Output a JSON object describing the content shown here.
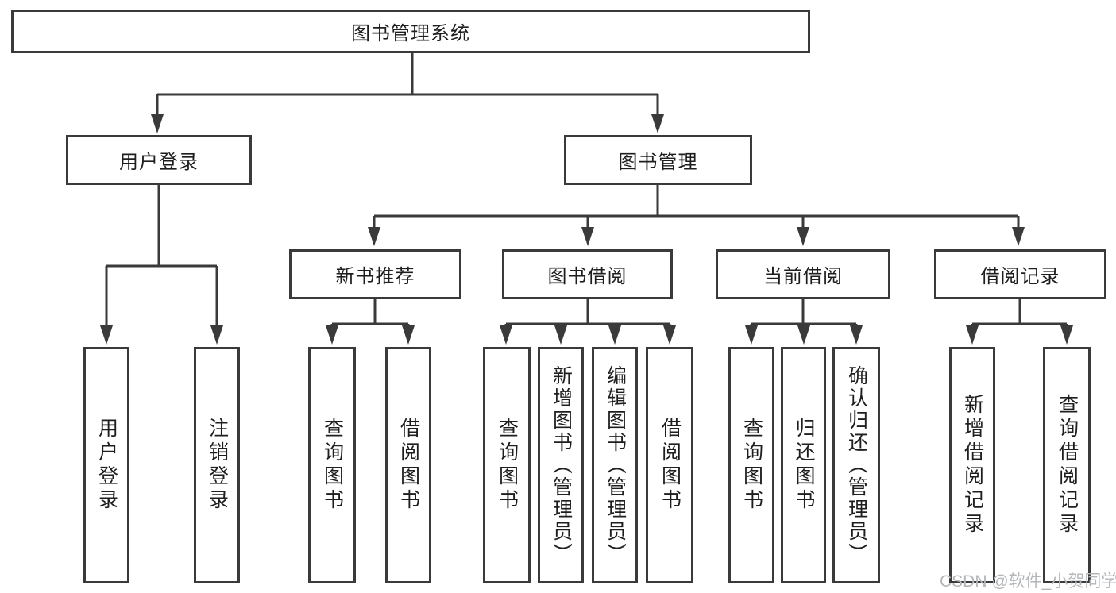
{
  "colors": {
    "line": "#3a3a3a",
    "text": "#1e1e1e",
    "node-bg": "#ffffff",
    "watermark": "#b4b7ba",
    "background": "#ffffff"
  },
  "diagram": {
    "type": "hierarchy-tree",
    "root": {
      "label": "图书管理系统"
    },
    "level2": [
      {
        "label": "用户登录",
        "parent": "图书管理系统"
      },
      {
        "label": "图书管理",
        "parent": "图书管理系统"
      }
    ],
    "level3": [
      {
        "label": "新书推荐",
        "parent": "图书管理"
      },
      {
        "label": "图书借阅",
        "parent": "图书管理"
      },
      {
        "label": "当前借阅",
        "parent": "图书管理"
      },
      {
        "label": "借阅记录",
        "parent": "图书管理"
      }
    ],
    "leaves": [
      {
        "label": "用户登录",
        "parent": "用户登录"
      },
      {
        "label": "注销登录",
        "parent": "用户登录"
      },
      {
        "label": "查询图书",
        "parent": "新书推荐"
      },
      {
        "label": "借阅图书",
        "parent": "新书推荐"
      },
      {
        "label": "查询图书",
        "parent": "图书借阅"
      },
      {
        "label": "新增图书（管理员）",
        "parent": "图书借阅"
      },
      {
        "label": "编辑图书（管理员）",
        "parent": "图书借阅"
      },
      {
        "label": "借阅图书",
        "parent": "图书借阅"
      },
      {
        "label": "查询图书",
        "parent": "当前借阅"
      },
      {
        "label": "归还图书",
        "parent": "当前借阅"
      },
      {
        "label": "确认归还（管理员）",
        "parent": "当前借阅"
      },
      {
        "label": "新增借阅记录",
        "parent": "借阅记录"
      },
      {
        "label": "查询借阅记录",
        "parent": "借阅记录"
      }
    ]
  },
  "watermark": {
    "text": "CSDN @软件_小贺同学"
  }
}
